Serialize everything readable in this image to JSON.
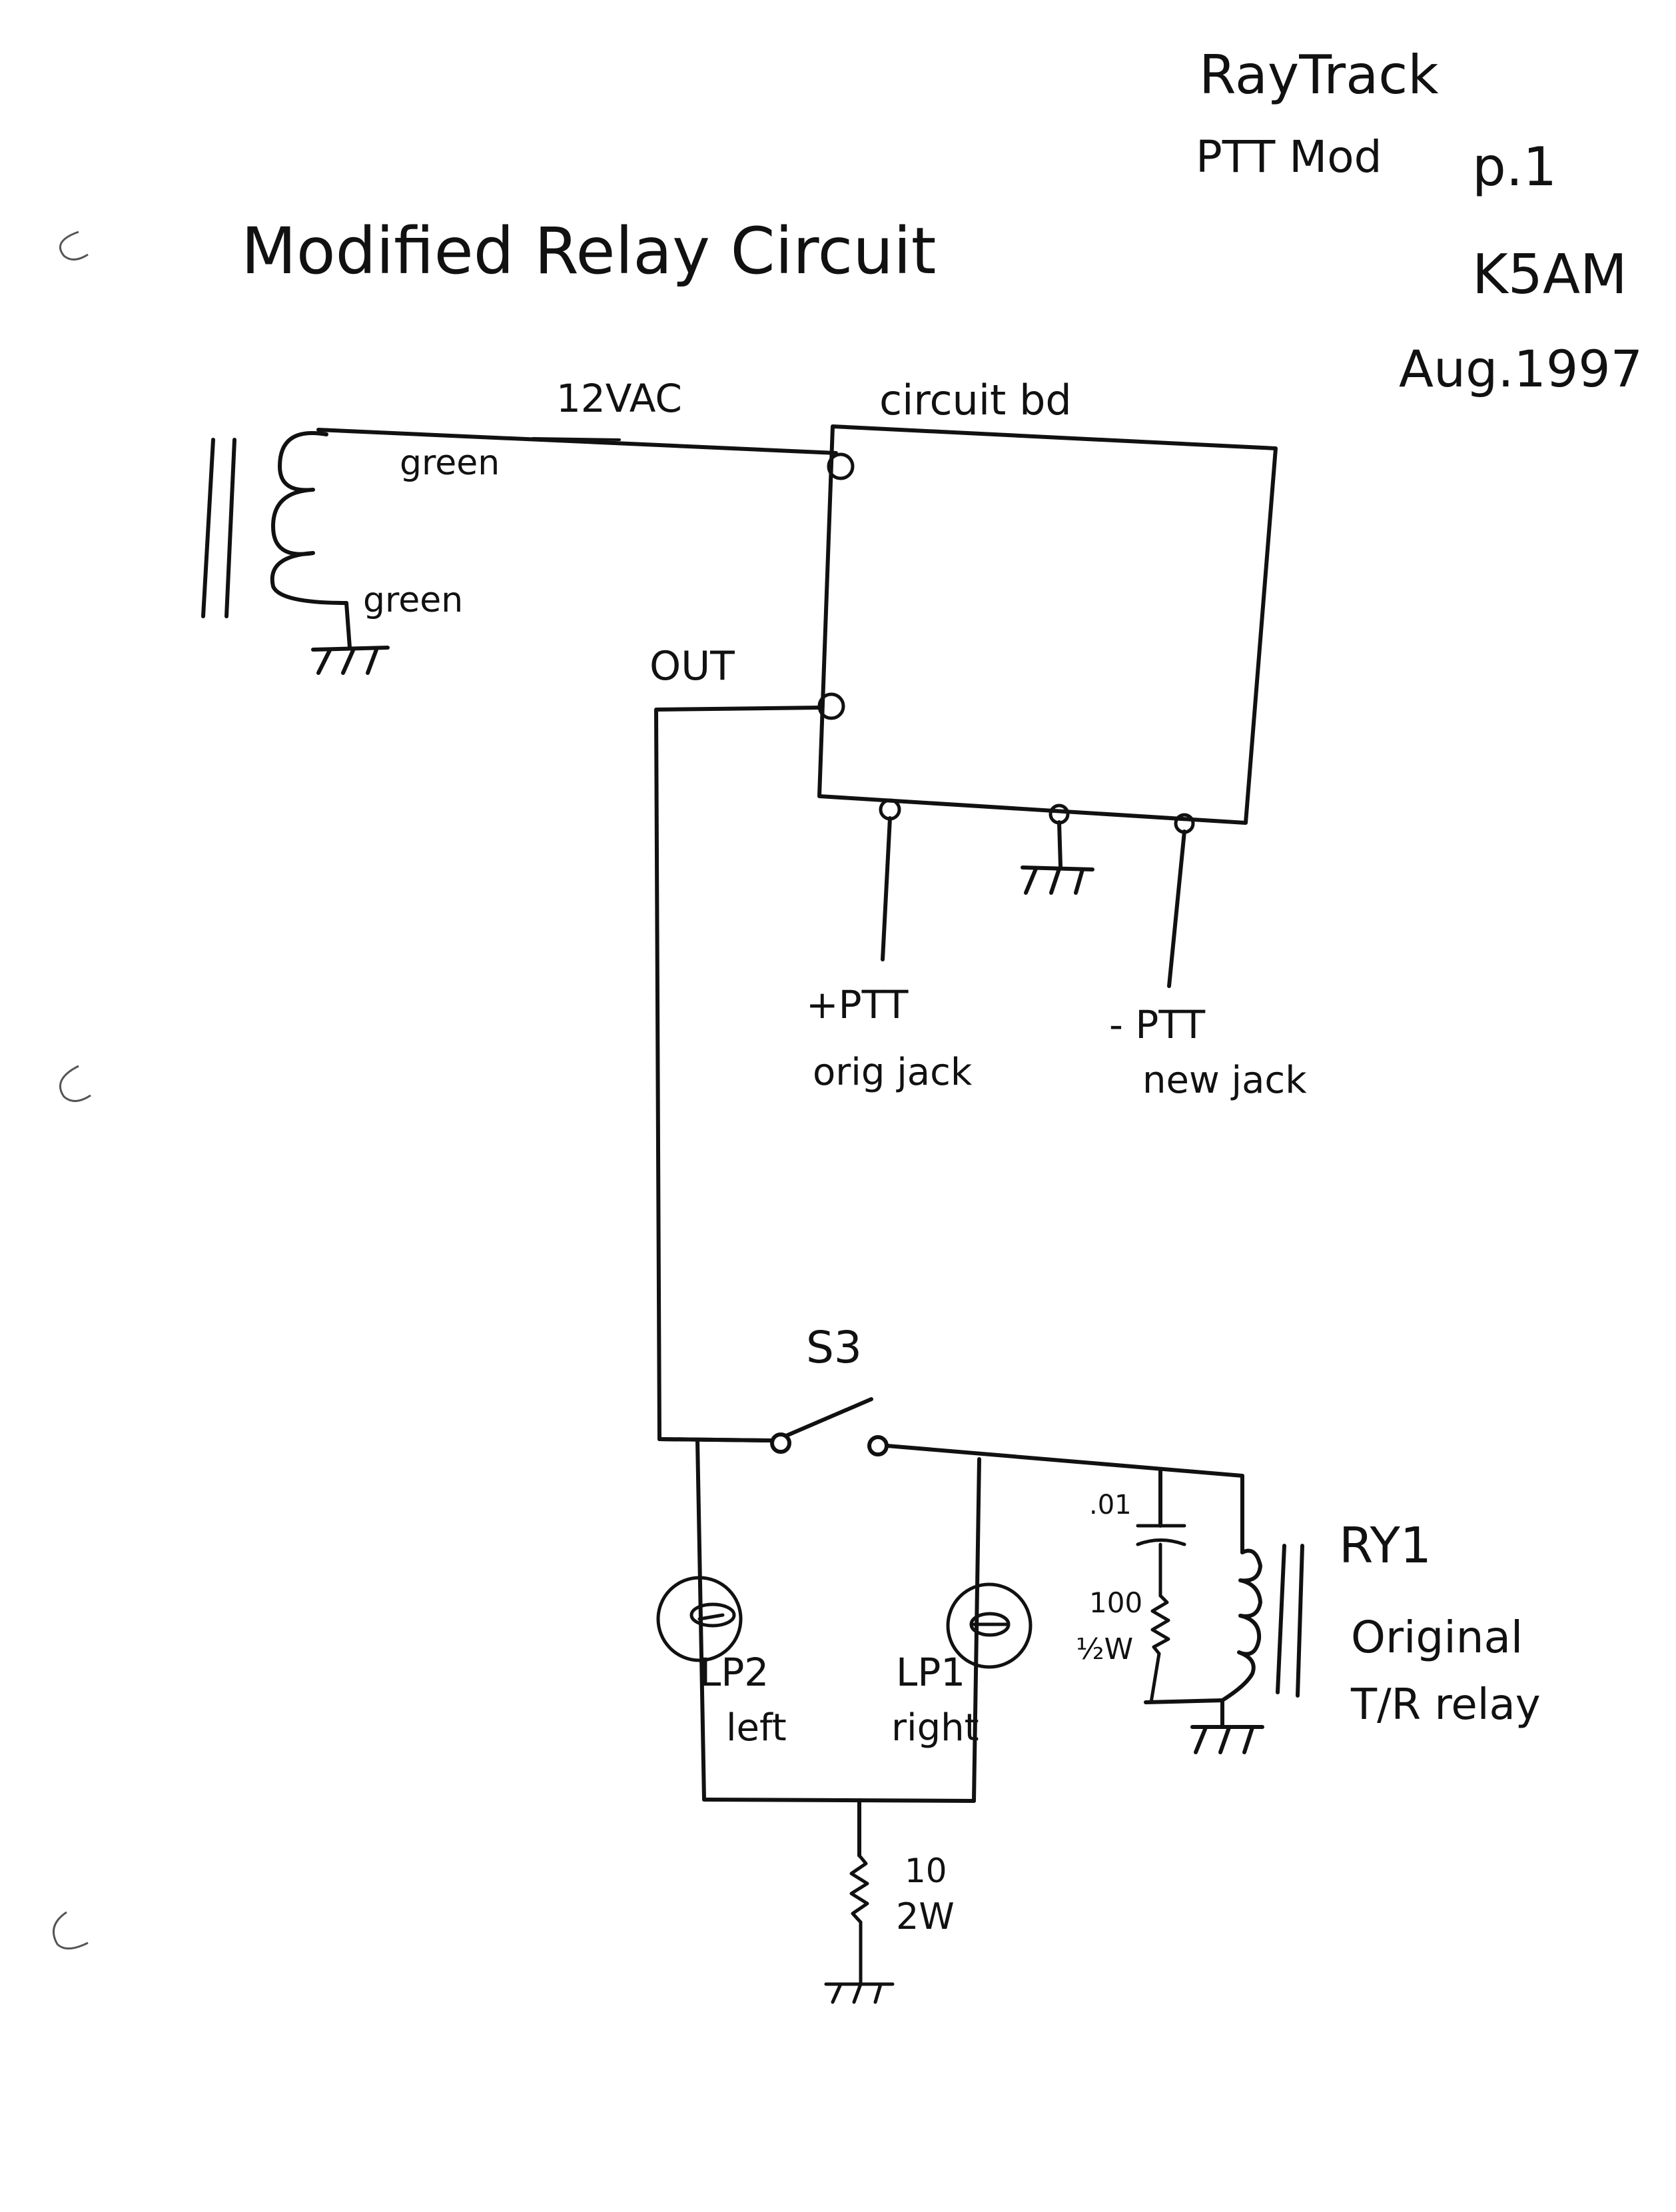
{
  "header": {
    "line1": "RayTrack",
    "line2": "PTT Mod",
    "page": "p.1",
    "callsign": "K5AM",
    "date": "Aug.1997"
  },
  "title": "Modified Relay Circuit",
  "labels": {
    "supply": "12VAC",
    "wire_top": "green",
    "wire_bottom": "green",
    "board": "circuit bd",
    "out": "OUT",
    "ptt_plus": "+PTT",
    "ptt_plus_sub": "orig jack",
    "ptt_minus": "- PTT",
    "ptt_minus_sub": "new jack",
    "switch": "S3",
    "cap_value": ".01",
    "res_value": "100",
    "res_power": "½W",
    "relay_name": "RY1",
    "relay_desc1": "Original",
    "relay_desc2": "T/R relay",
    "lp2": "LP2",
    "lp2_sub": "left",
    "lp1": "LP1",
    "lp1_sub": "right",
    "res2_value": "10",
    "res2_power": "2W"
  }
}
